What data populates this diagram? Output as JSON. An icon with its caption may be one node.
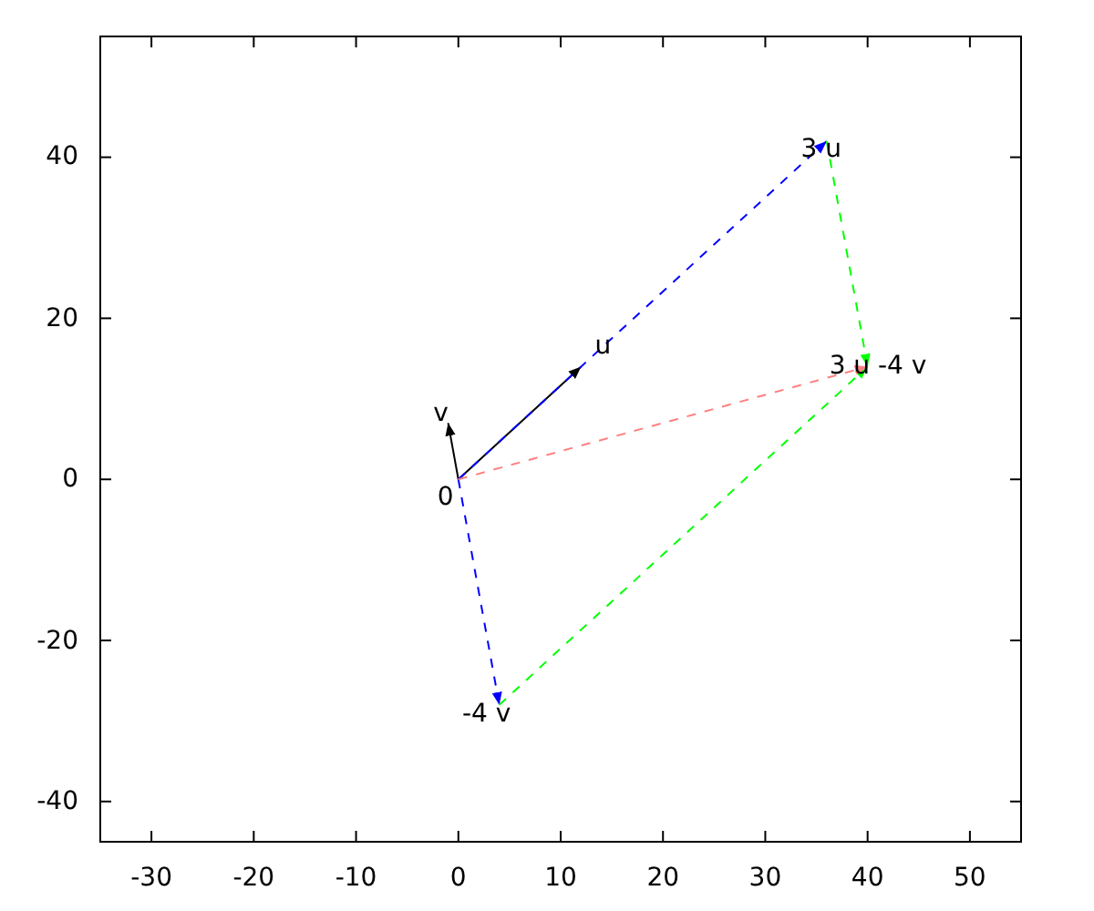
{
  "diagram": {
    "nodes": [
      {
        "text": [
          "0"
        ]
      },
      {
        "text": [
          "u"
        ]
      },
      {
        "text": [
          "v"
        ]
      },
      {
        "text": [
          "3 u"
        ]
      },
      {
        "text": [
          "-4 v"
        ]
      },
      {
        "text": [
          "3 u -4 v"
        ]
      }
    ],
    "edges": [
      {
        "from": 0,
        "to": 1,
        "arrow": "to",
        "color": "#000000"
      },
      {
        "from": 0,
        "to": 2,
        "arrow": "to",
        "color": "#000000"
      },
      {
        "from": 0,
        "to": 3,
        "arrow": "to",
        "style": "dashed",
        "color": "#0000ff"
      },
      {
        "from": 0,
        "to": 4,
        "arrow": "to",
        "style": "dashed",
        "color": "#0000ff"
      },
      {
        "from": 3,
        "to": 5,
        "arrow": "to",
        "style": "dashed",
        "color": "#00ff00"
      },
      {
        "from": 4,
        "to": 5,
        "arrow": "to",
        "style": "dashed",
        "color": "#00ff00"
      },
      {
        "from": 0,
        "to": 5,
        "arrow": "to",
        "style": "dashed",
        "color": "#ff8080"
      }
    ],
    "labels": [
      "40",
      "20",
      "0",
      "-20",
      "-40",
      "-30",
      "-20",
      "-10",
      "0",
      "10",
      "20",
      "30",
      "40",
      "50"
    ]
  }
}
